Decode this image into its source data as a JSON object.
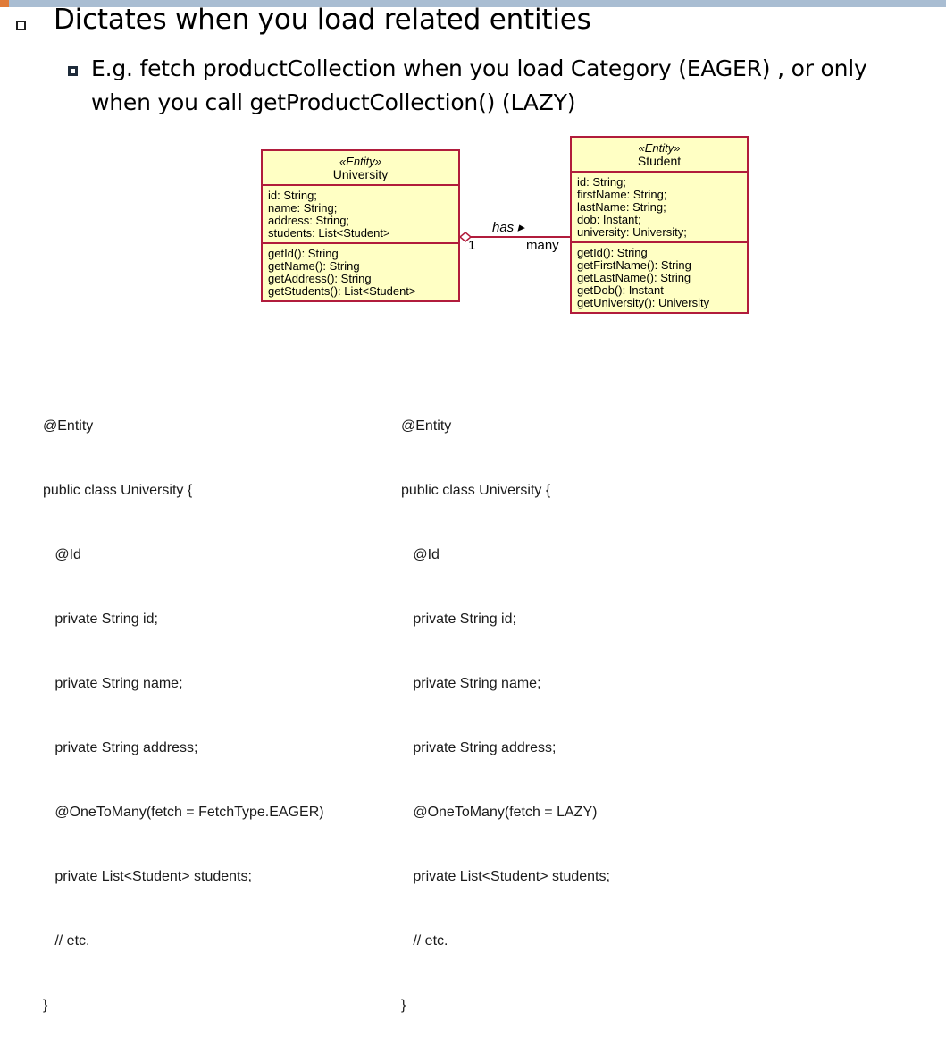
{
  "bullets": {
    "level1": "Dictates when you load related entities",
    "level2_line1": "E.g. fetch productCollection when you load Category (EAGER) , or only",
    "level2_line2": "when you call getProductCollection() (LAZY)"
  },
  "diagram": {
    "university": {
      "stereotype": "«Entity»",
      "name": "University",
      "attributes": [
        "id: String;",
        "name: String;",
        "address: String;",
        "students: List<Student>"
      ],
      "operations": [
        "getId(): String",
        "getName(): String",
        "getAddress(): String",
        "getStudents(): List<Student>"
      ]
    },
    "student": {
      "stereotype": "«Entity»",
      "name": "Student",
      "attributes": [
        "id: String;",
        "firstName: String;",
        "lastName: String;",
        "dob: Instant;",
        "university: University;"
      ],
      "operations": [
        "getId(): String",
        "getFirstName(): String",
        "getLastName(): String",
        "getDob(): Instant",
        "getUniversity(): University"
      ]
    },
    "association": {
      "label": "has ▸",
      "source_multiplicity": "1",
      "target_multiplicity": "many"
    }
  },
  "code": {
    "eager": [
      "@Entity",
      "public class University {",
      "   @Id",
      "   private String id;",
      "   private String name;",
      "   private String address;",
      "   @OneToMany(fetch = FetchType.EAGER)",
      "   private List<Student> students;",
      "   // etc.",
      "}"
    ],
    "lazy": [
      "@Entity",
      "public class University {",
      "   @Id",
      "   private String id;",
      "   private String name;",
      "   private String address;",
      "   @OneToMany(fetch = LAZY)",
      "   private List<Student> students;",
      "   // etc.",
      "}"
    ]
  },
  "colors": {
    "topbar": "#a9bdd2",
    "accent": "#e07b39",
    "uml_fill": "#ffffc4",
    "uml_border": "#b11c3c"
  }
}
